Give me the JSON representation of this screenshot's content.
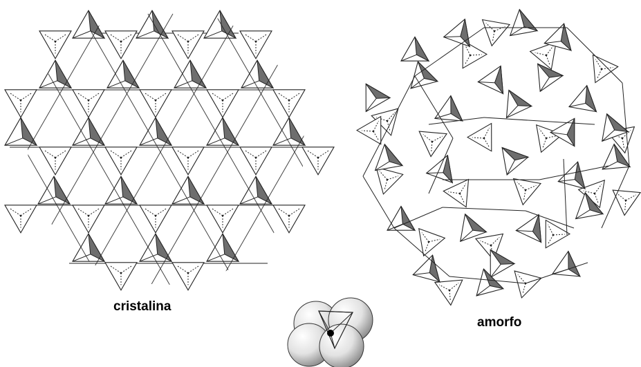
{
  "labels": {
    "crystalline": "cristalina",
    "amorphous": "amorfo"
  },
  "colors": {
    "line": "#222222",
    "shade": "#6e6e6e",
    "background": "#ffffff",
    "sphere_light": "#f4f4f4",
    "sphere_dark": "#8a8a8a",
    "center_atom": "#000000"
  },
  "icons": {
    "crystal_network": "tetrahedral-network-ordered",
    "amorphous_network": "tetrahedral-network-disordered",
    "tetrahedron_model": "sio4-tetrahedron-spheres"
  }
}
